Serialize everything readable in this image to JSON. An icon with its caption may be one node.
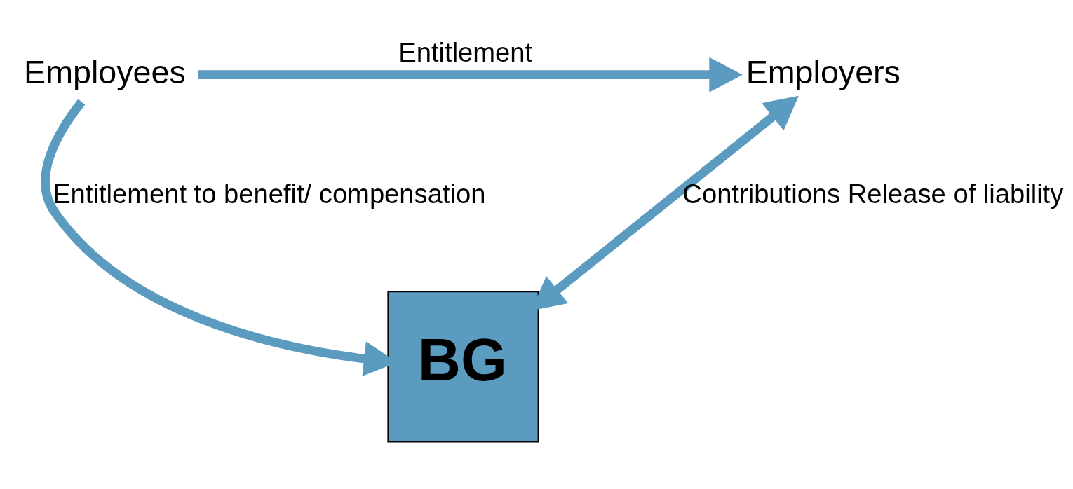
{
  "diagram": {
    "nodes": [
      {
        "text": [
          "Employees"
        ]
      },
      {
        "text": [
          "Employers"
        ]
      },
      {
        "text": [
          "BG"
        ]
      }
    ],
    "edges": [
      {
        "from": 0,
        "to": 1,
        "arrow": "to",
        "label": "Entitlement"
      },
      {
        "from": 0,
        "to": 2,
        "arrow": "to",
        "label": "Entitlement to benefit/ compensation"
      },
      {
        "from": 1,
        "to": 2,
        "arrow": "both",
        "label": "Contributions Release of liability"
      }
    ]
  }
}
